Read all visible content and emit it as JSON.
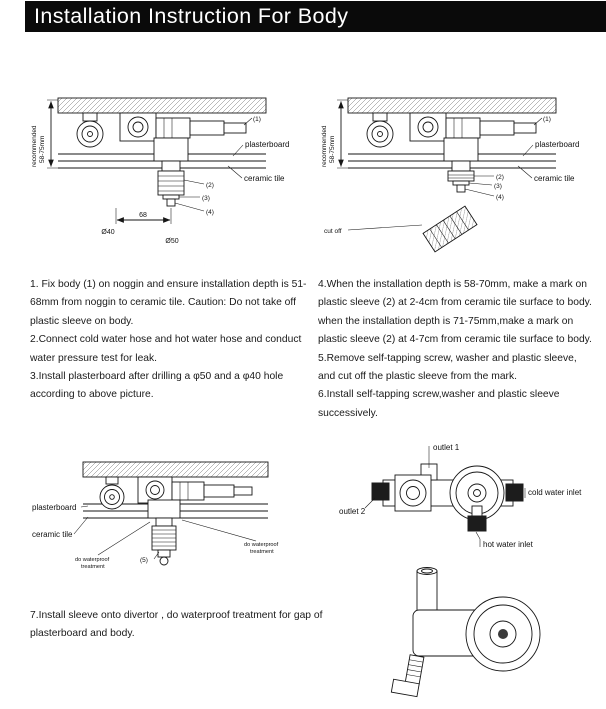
{
  "header": {
    "title": "Installation Instruction For Body"
  },
  "top_left_diagram": {
    "recommended_line1": "recommended",
    "recommended_line2": "58-75mm",
    "plasterboard": "plasterboard",
    "ceramic_tile": "ceramic tile",
    "dim_68": "68",
    "dim_d40": "Ø40",
    "dim_d50": "Ø50",
    "callout_1": "(1)",
    "callout_2": "(2)",
    "callout_3": "(3)",
    "callout_4": "(4)"
  },
  "top_right_diagram": {
    "recommended_line1": "recommended",
    "recommended_line2": "58-75mm",
    "plasterboard": "plasterboard",
    "ceramic_tile": "ceramic tile",
    "cut_off": "cut off",
    "callout_1": "(1)",
    "callout_2": "(2)",
    "callout_3": "(3)",
    "callout_4": "(4)"
  },
  "instructions_left": [
    "1. Fix body (1) on noggin and ensure installation depth is 51-68mm from noggin to ceramic tile. Caution: Do not take off plastic sleeve on body.",
    "2.Connect cold water hose and hot water hose and conduct water pressure test for leak.",
    "3.Install plasterboard after drilling a φ50 and a φ40 hole according to above picture."
  ],
  "instructions_right": [
    "4.When the installation depth is 58-70mm, make a mark on plastic sleeve (2) at 2-4cm from ceramic tile surface to body. when the installation depth is 71-75mm,make a mark on plastic sleeve (2) at 4-7cm from ceramic tile surface to body.",
    "5.Remove self-tapping screw, washer and plastic sleeve, and cut off the plastic sleeve from the mark.",
    "6.Install self-tapping screw,washer and plastic sleeve successively."
  ],
  "bottom_left_diagram": {
    "plasterboard": "plasterboard",
    "ceramic_tile": "ceramic tile",
    "callout_5": "(5)",
    "waterproof_left_line1": "do waterproof",
    "waterproof_left_line2": "treatment",
    "waterproof_right_line1": "do waterproof",
    "waterproof_right_line2": "treatment"
  },
  "bottom_right_diagram": {
    "outlet_1": "outlet 1",
    "outlet_2": "outlet 2",
    "cold_water_inlet": "cold water inlet",
    "hot_water_inlet": "hot water inlet"
  },
  "instructions_bottom": [
    "7.Install sleeve onto divertor , do waterproof treatment for gap of plasterboard and body."
  ]
}
